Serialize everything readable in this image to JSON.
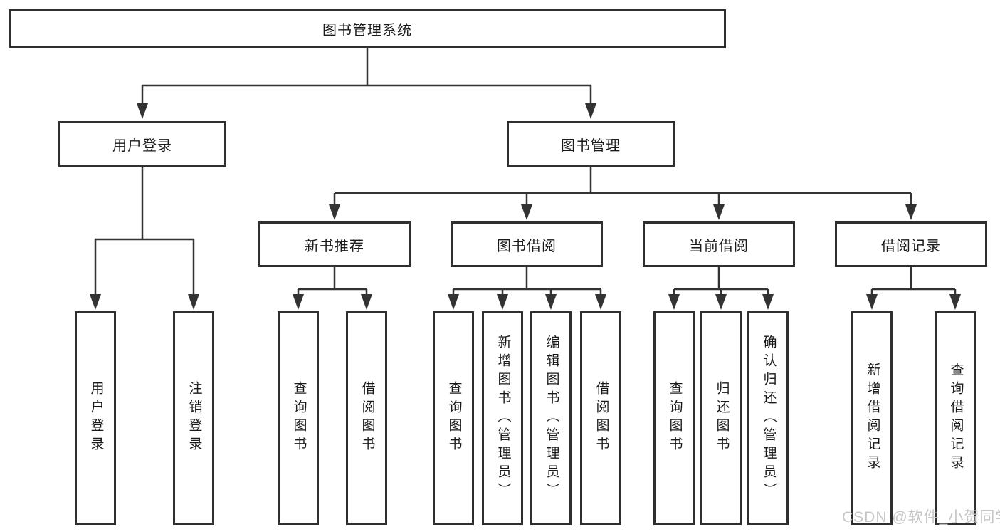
{
  "diagram": {
    "type": "hierarchy-tree",
    "root": {
      "label": "图书管理系统",
      "children": [
        {
          "label": "用户登录",
          "children": [
            {
              "label": "用户登录"
            },
            {
              "label": "注销登录"
            }
          ]
        },
        {
          "label": "图书管理",
          "children": [
            {
              "label": "新书推荐",
              "children": [
                {
                  "label": "查询图书"
                },
                {
                  "label": "借阅图书"
                }
              ]
            },
            {
              "label": "图书借阅",
              "children": [
                {
                  "label": "查询图书"
                },
                {
                  "label": "新增图书（管理员）"
                },
                {
                  "label": "编辑图书（管理员）"
                },
                {
                  "label": "借阅图书"
                }
              ]
            },
            {
              "label": "当前借阅",
              "children": [
                {
                  "label": "查询图书"
                },
                {
                  "label": "归还图书"
                },
                {
                  "label": "确认归还（管理员）"
                }
              ]
            },
            {
              "label": "借阅记录",
              "children": [
                {
                  "label": "新增借阅记录"
                },
                {
                  "label": "查询借阅记录"
                }
              ]
            }
          ]
        }
      ]
    },
    "colors": {
      "line": "#333333",
      "box_border": "#2f2f2f",
      "box_fill": "#ffffff",
      "text": "#1a1a1a",
      "watermark": "#c3c3c3"
    }
  },
  "watermark": {
    "text": "CSDN @软件_小贺同学"
  }
}
